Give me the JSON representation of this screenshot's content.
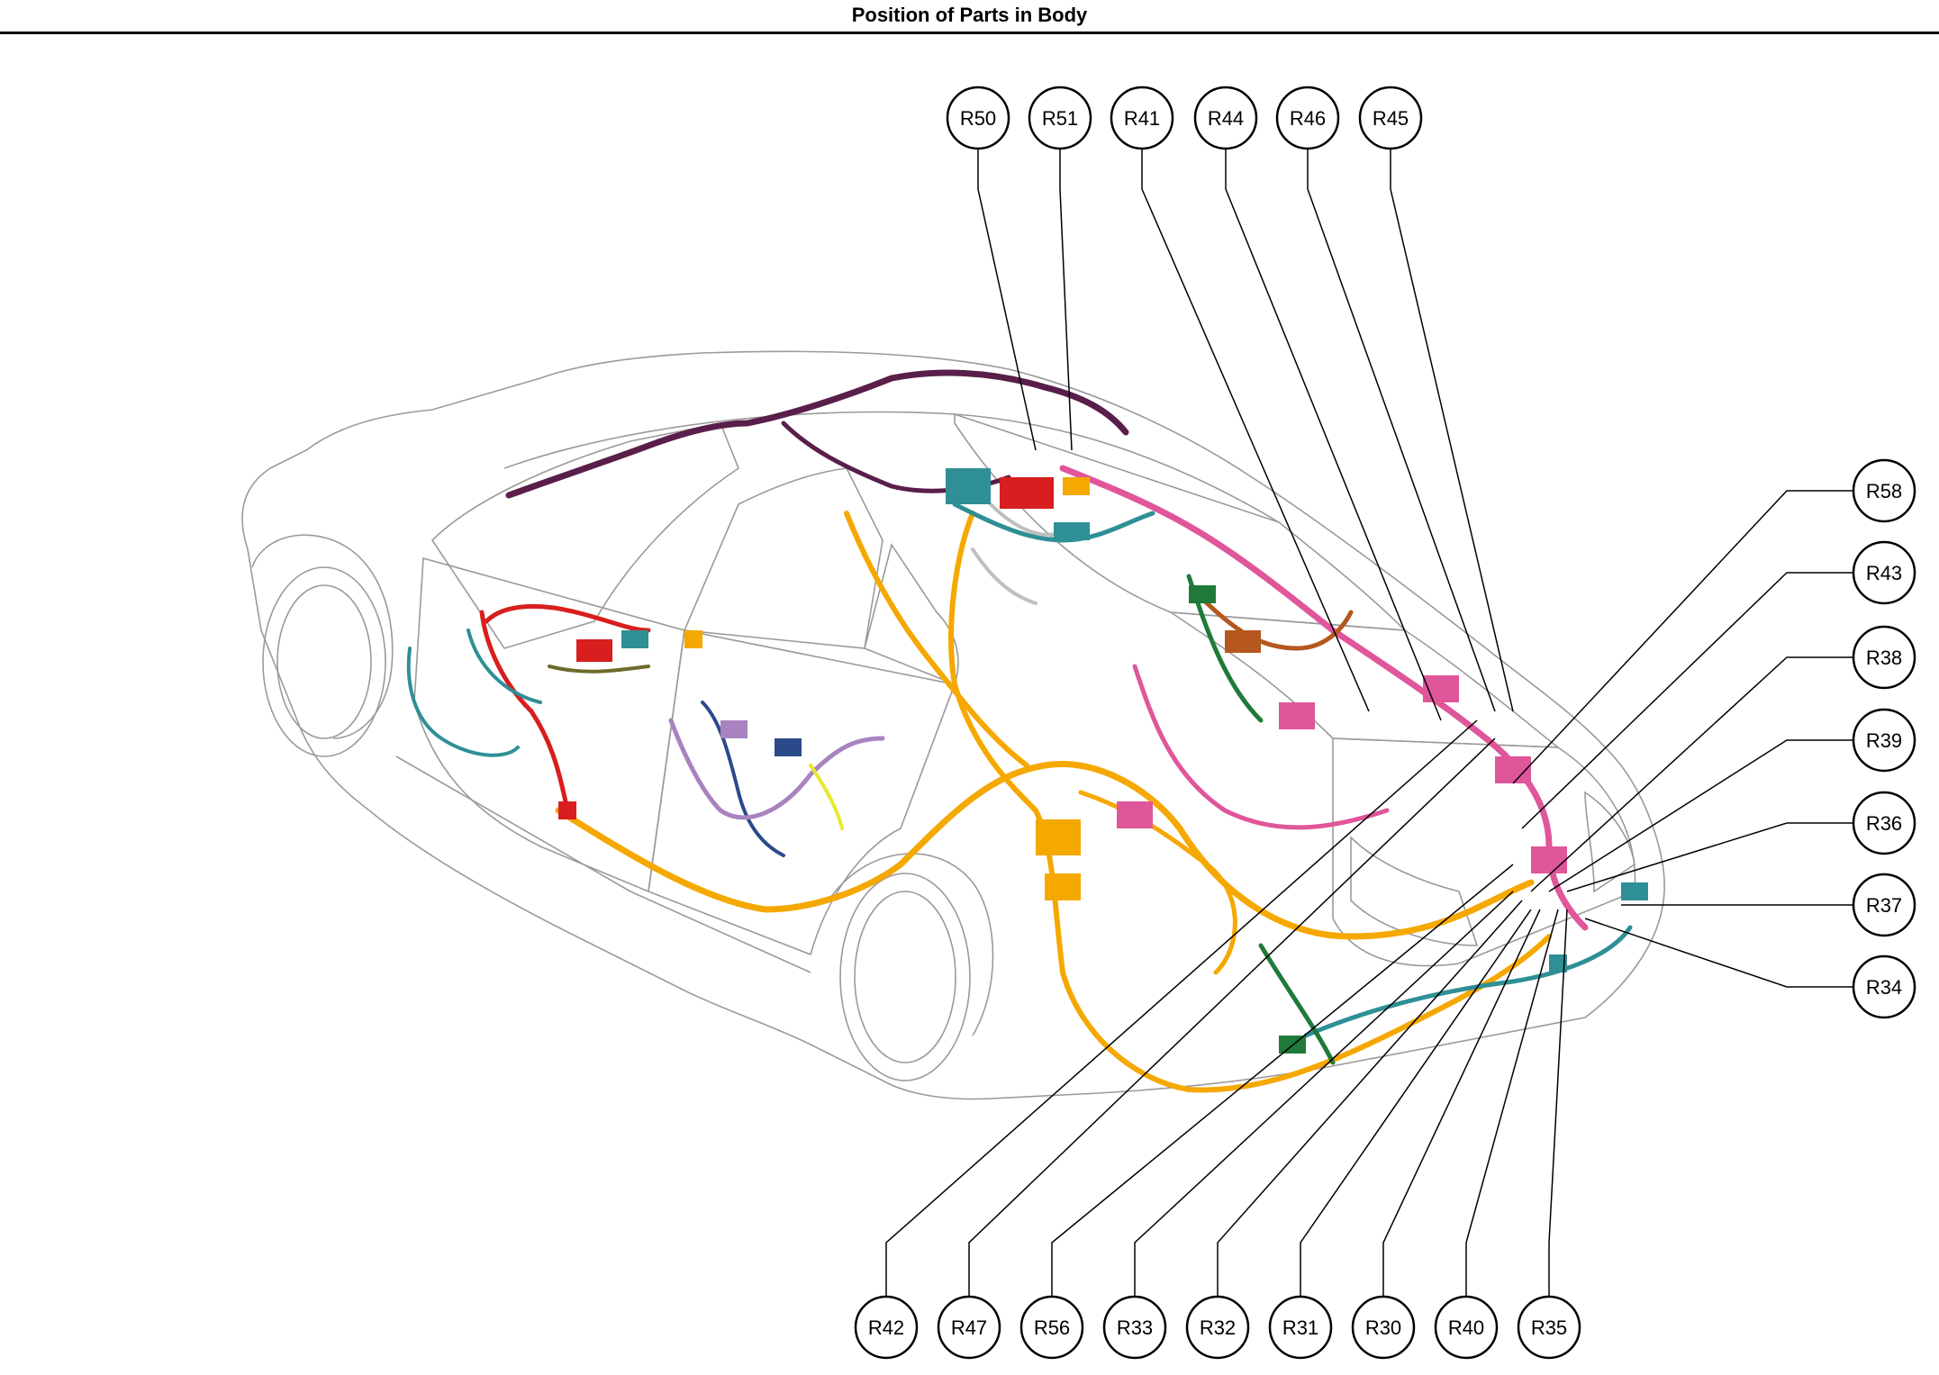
{
  "title": "Position of Parts in Body",
  "colors": {
    "outline": "#9a9a9a",
    "leader": "#000000",
    "harness_orange": "#f5a800",
    "harness_pink": "#e0569a",
    "harness_purple": "#5a1e4a",
    "harness_teal": "#2f8f96",
    "harness_red": "#d81e1e",
    "harness_green": "#1f7a3a",
    "harness_blue": "#2a4a8a",
    "harness_lilac": "#a883c0",
    "harness_brown": "#b5571e",
    "harness_yellow": "#e8e830"
  },
  "callouts": {
    "top": [
      "R50",
      "R51",
      "R41",
      "R44",
      "R46",
      "R45"
    ],
    "right": [
      "R58",
      "R43",
      "R38",
      "R39",
      "R36",
      "R37",
      "R34"
    ],
    "bottom": [
      "R42",
      "R47",
      "R56",
      "R33",
      "R32",
      "R31",
      "R30",
      "R40",
      "R35"
    ]
  }
}
